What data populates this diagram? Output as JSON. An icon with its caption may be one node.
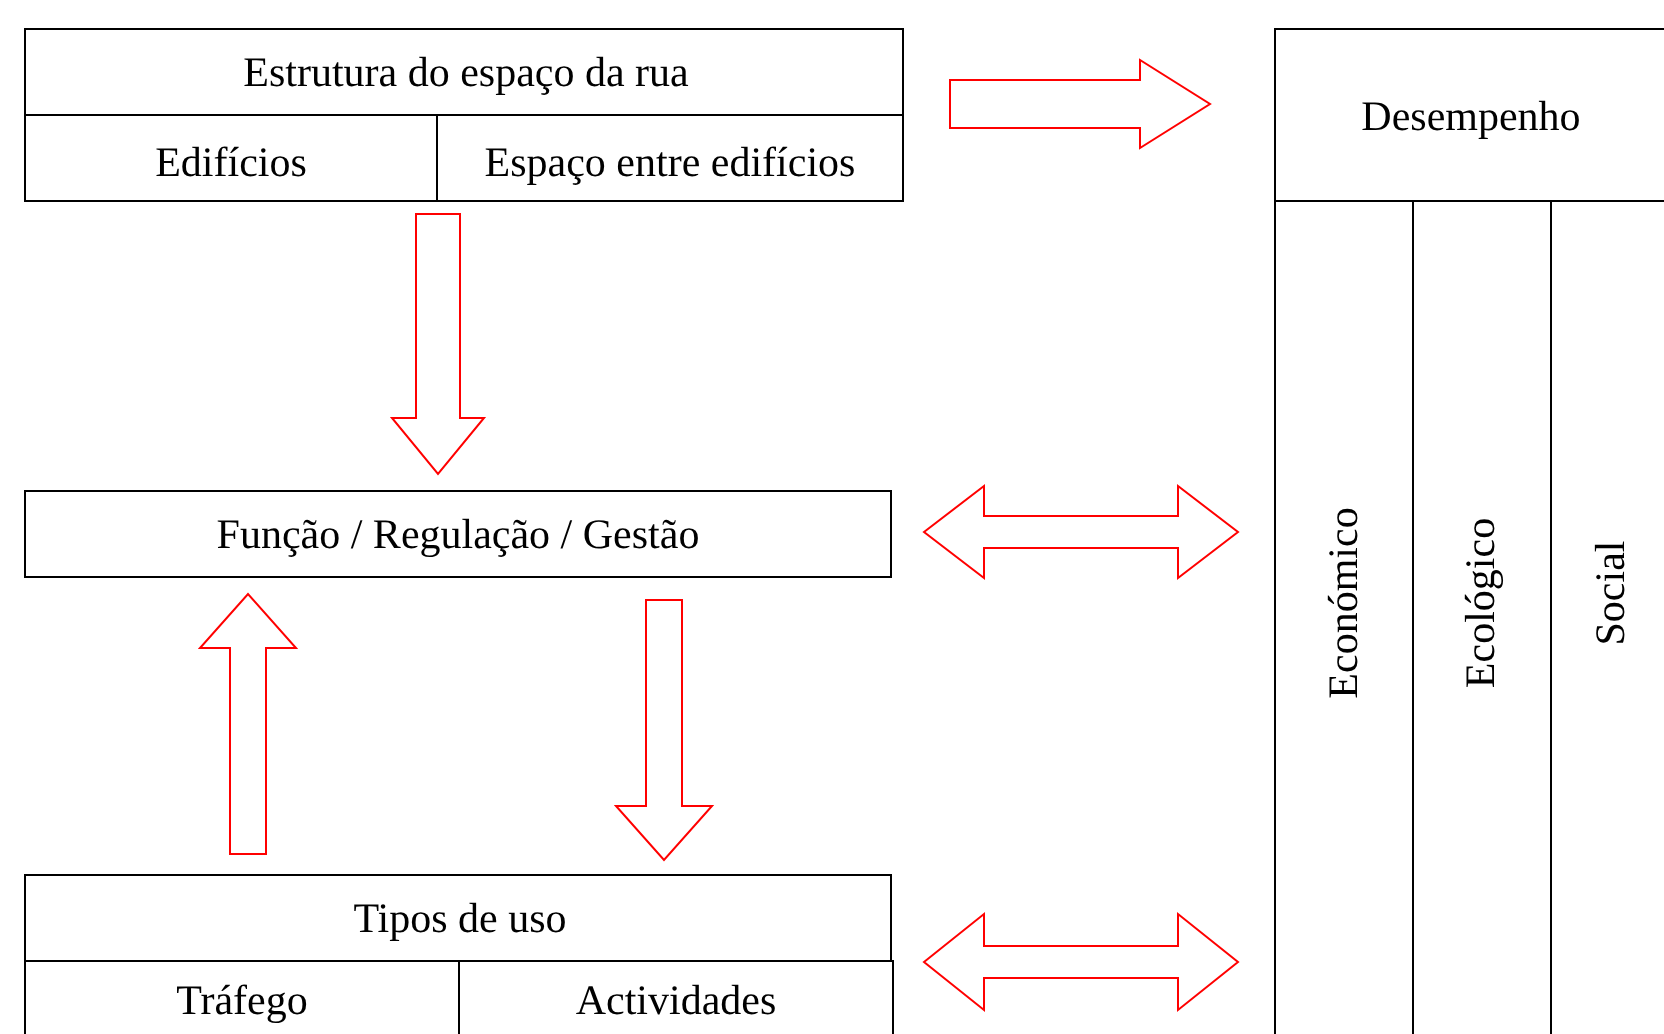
{
  "diagram": {
    "nodes": [
      {
        "text": [
          "Estrutura do espaço da rua"
        ]
      },
      {
        "text": [
          "Edifícios"
        ],
        "in": 0
      },
      {
        "text": [
          "Espaço entre edifícios"
        ],
        "in": 0
      },
      {
        "text": [
          "Função / Regulação / Gestão"
        ]
      },
      {
        "text": [
          "Tipos de uso"
        ]
      },
      {
        "text": [
          "Tráfego"
        ],
        "in": 4
      },
      {
        "text": [
          "Actividades"
        ],
        "in": 4
      },
      {
        "text": [
          "Desempenho"
        ]
      },
      {
        "text": [
          "Económico"
        ],
        "in": 7
      },
      {
        "text": [
          "Ecológico"
        ],
        "in": 7
      },
      {
        "text": [
          "Social"
        ],
        "in": 7
      }
    ],
    "edges": [
      {
        "from": 0,
        "to": 7,
        "arrow": "to"
      },
      {
        "from": 0,
        "to": 3,
        "arrow": "to"
      },
      {
        "from": 4,
        "to": 3,
        "arrow": "to"
      },
      {
        "from": 3,
        "to": 4,
        "arrow": "to"
      },
      {
        "from": 3,
        "to": 7,
        "arrow": "both"
      },
      {
        "from": 4,
        "to": 7,
        "arrow": "both"
      }
    ]
  }
}
